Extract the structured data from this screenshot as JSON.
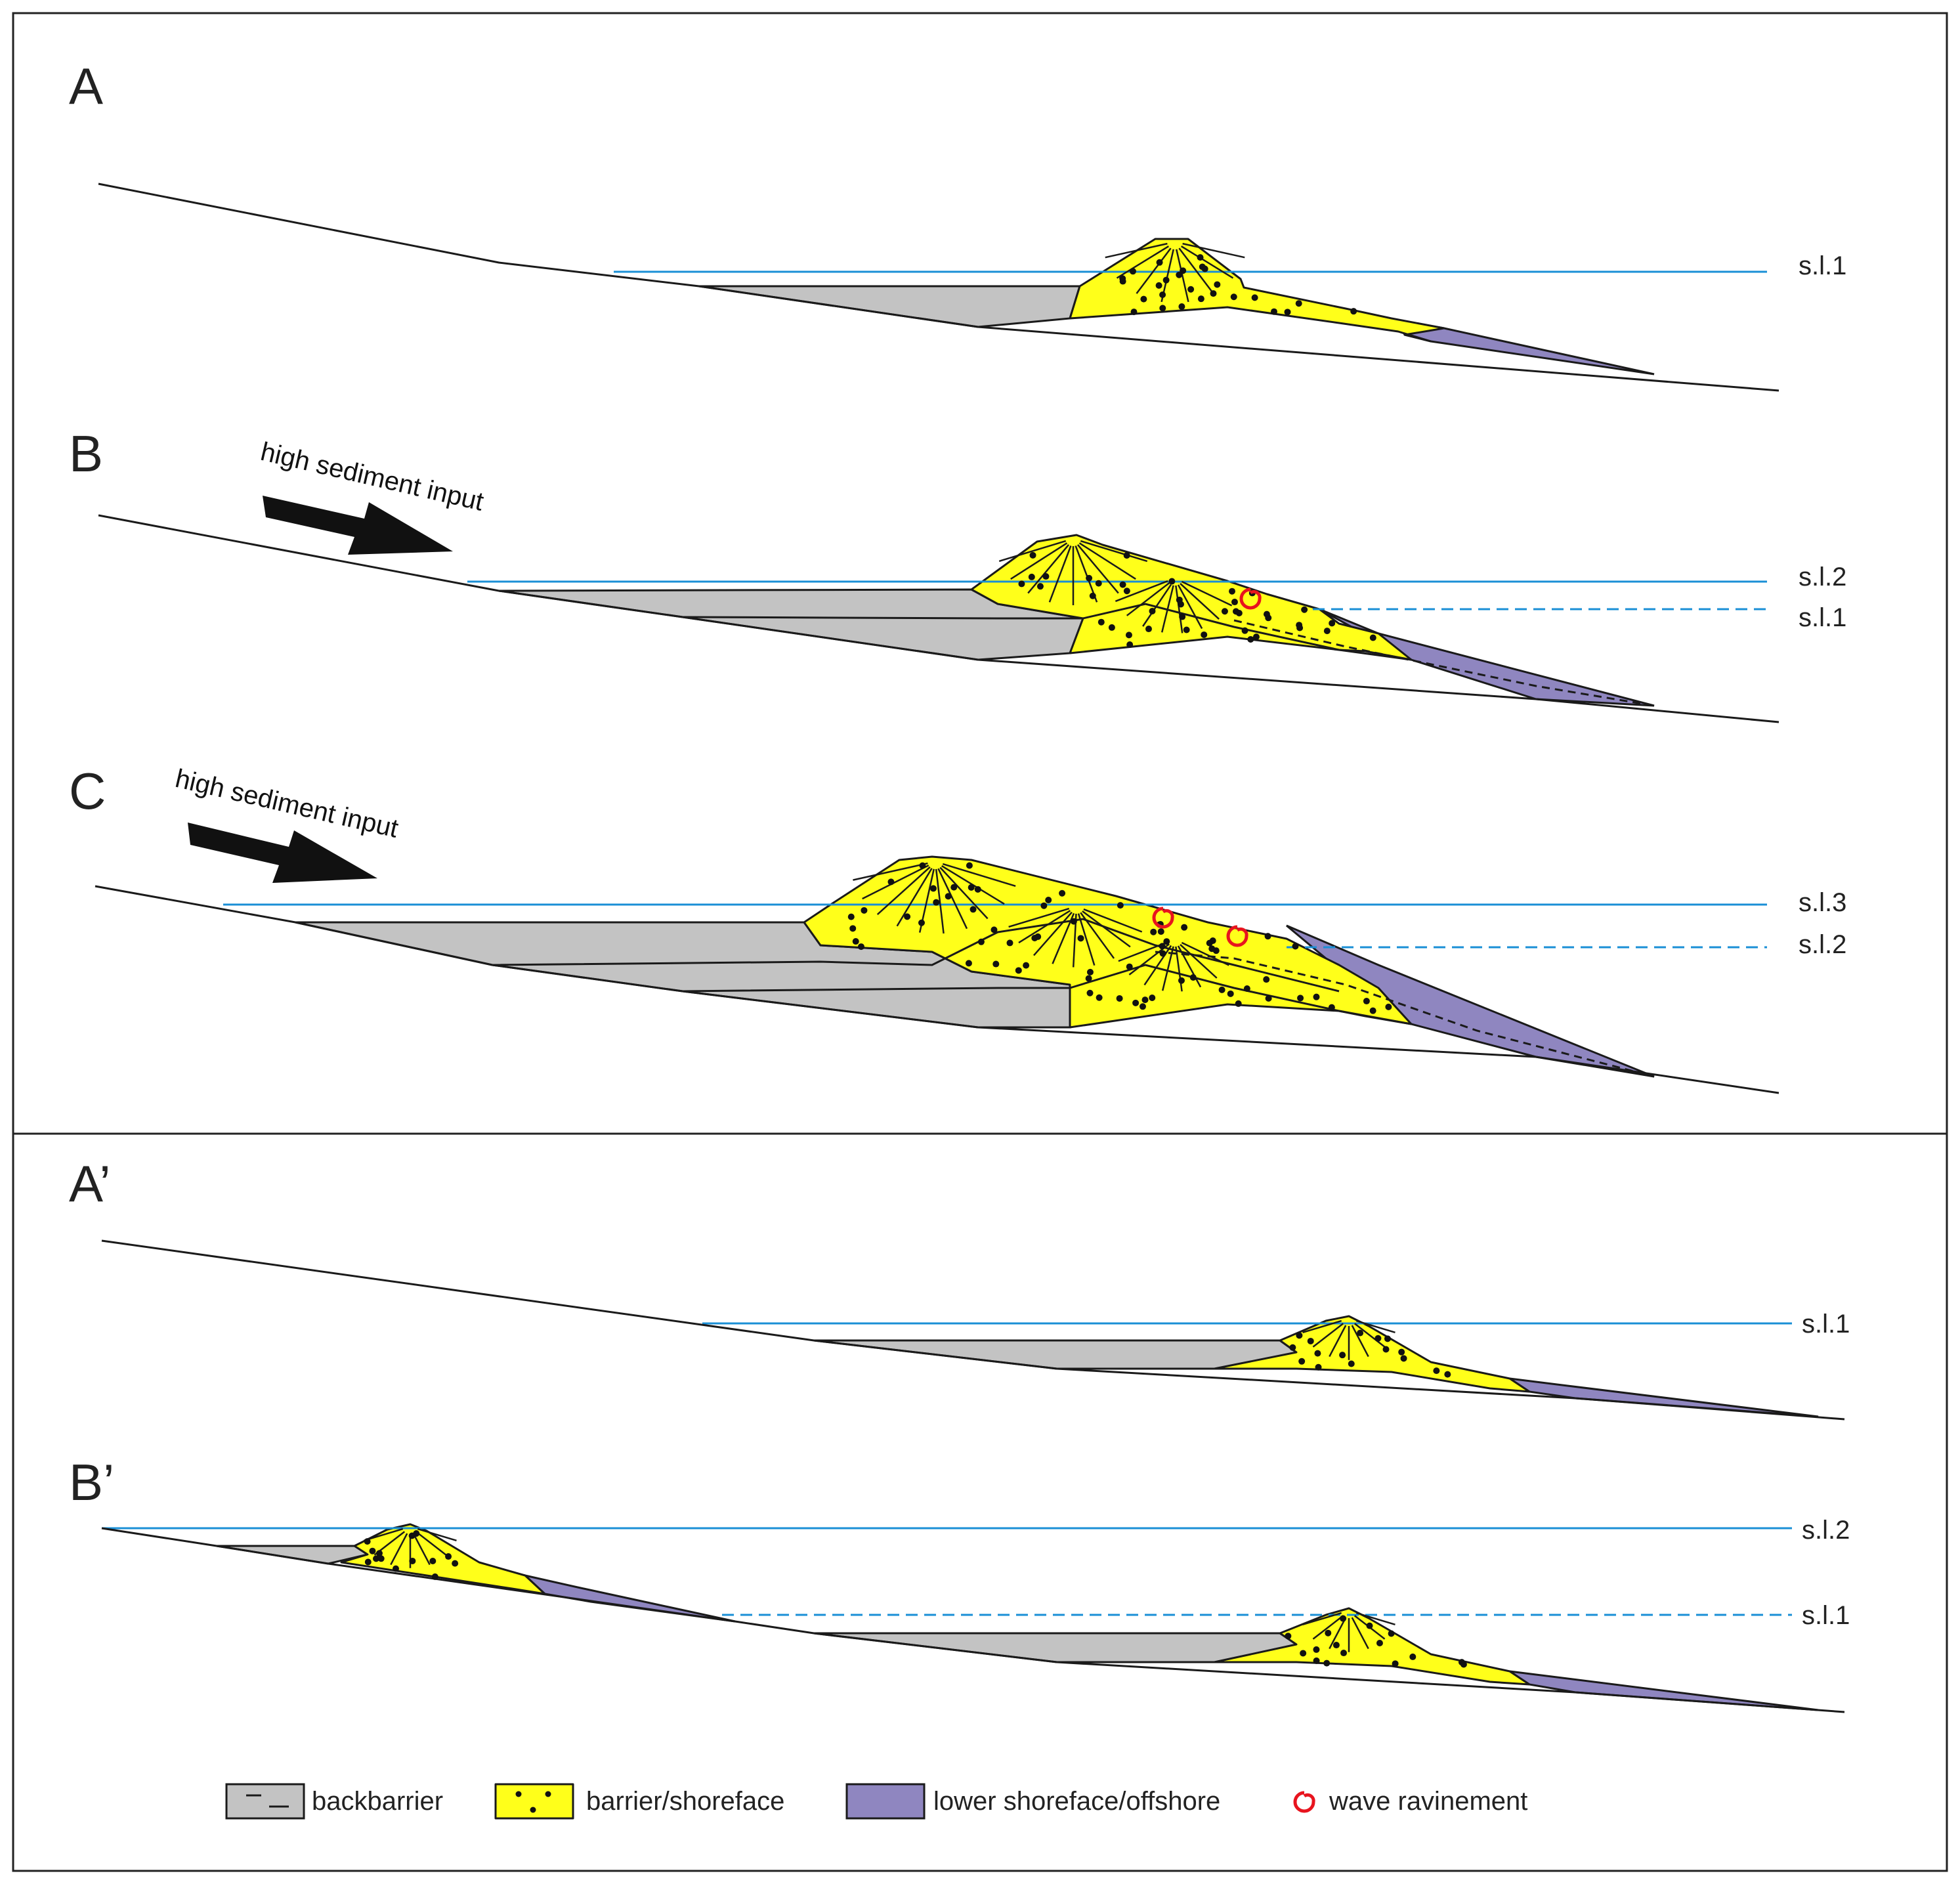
{
  "colors": {
    "sea_level": "#1a8fd6",
    "backbarrier": "#c3c3c3",
    "barrier_shoreface": "#ffff1a",
    "lower_shoreface_offshore": "#8f86c0",
    "wave_ravinement": "#e8141e",
    "line": "#1a1a1a"
  },
  "panels": {
    "A": {
      "letter": "A",
      "sea_levels": [
        "s.l.1"
      ]
    },
    "B": {
      "letter": "B",
      "sea_levels": [
        "s.l.2",
        "s.l.1"
      ],
      "arrow_label": "high sediment input"
    },
    "C": {
      "letter": "C",
      "sea_levels": [
        "s.l.3",
        "s.l.2"
      ],
      "arrow_label": "high sediment input"
    },
    "A2": {
      "letter": "A’",
      "sea_levels": [
        "s.l.1"
      ]
    },
    "B2": {
      "letter": "B’",
      "sea_levels": [
        "s.l.2",
        "s.l.1"
      ]
    }
  },
  "legend": [
    {
      "key": "backbarrier",
      "label": "backbarrier",
      "icon": "dash-pattern-icon"
    },
    {
      "key": "barrier_shoreface",
      "label": "barrier/shoreface",
      "icon": "dot-pattern-icon"
    },
    {
      "key": "lower_shoreface_offshore",
      "label": "lower shoreface/offshore",
      "icon": "solid-purple-icon"
    },
    {
      "key": "wave_ravinement",
      "label": "wave ravinement",
      "icon": "ravinement-spiral-icon"
    }
  ]
}
